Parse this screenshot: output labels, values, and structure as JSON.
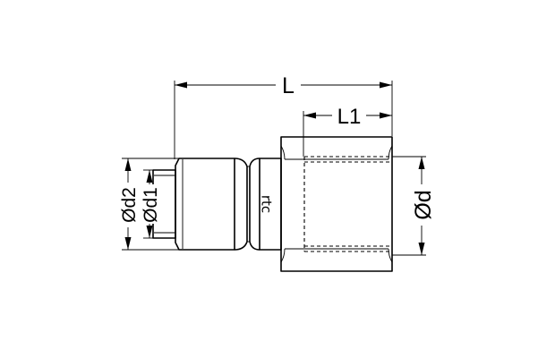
{
  "drawing": {
    "dimensions": {
      "length_label": "L",
      "thread_length_label": "L1",
      "outer_diameter_label": "Ød2",
      "inner_diameter_label": "Ød1",
      "thread_diameter_label": "Ød"
    },
    "logo": {
      "text": "rtc"
    },
    "colors": {
      "line": "#000000",
      "background": "#ffffff"
    }
  }
}
